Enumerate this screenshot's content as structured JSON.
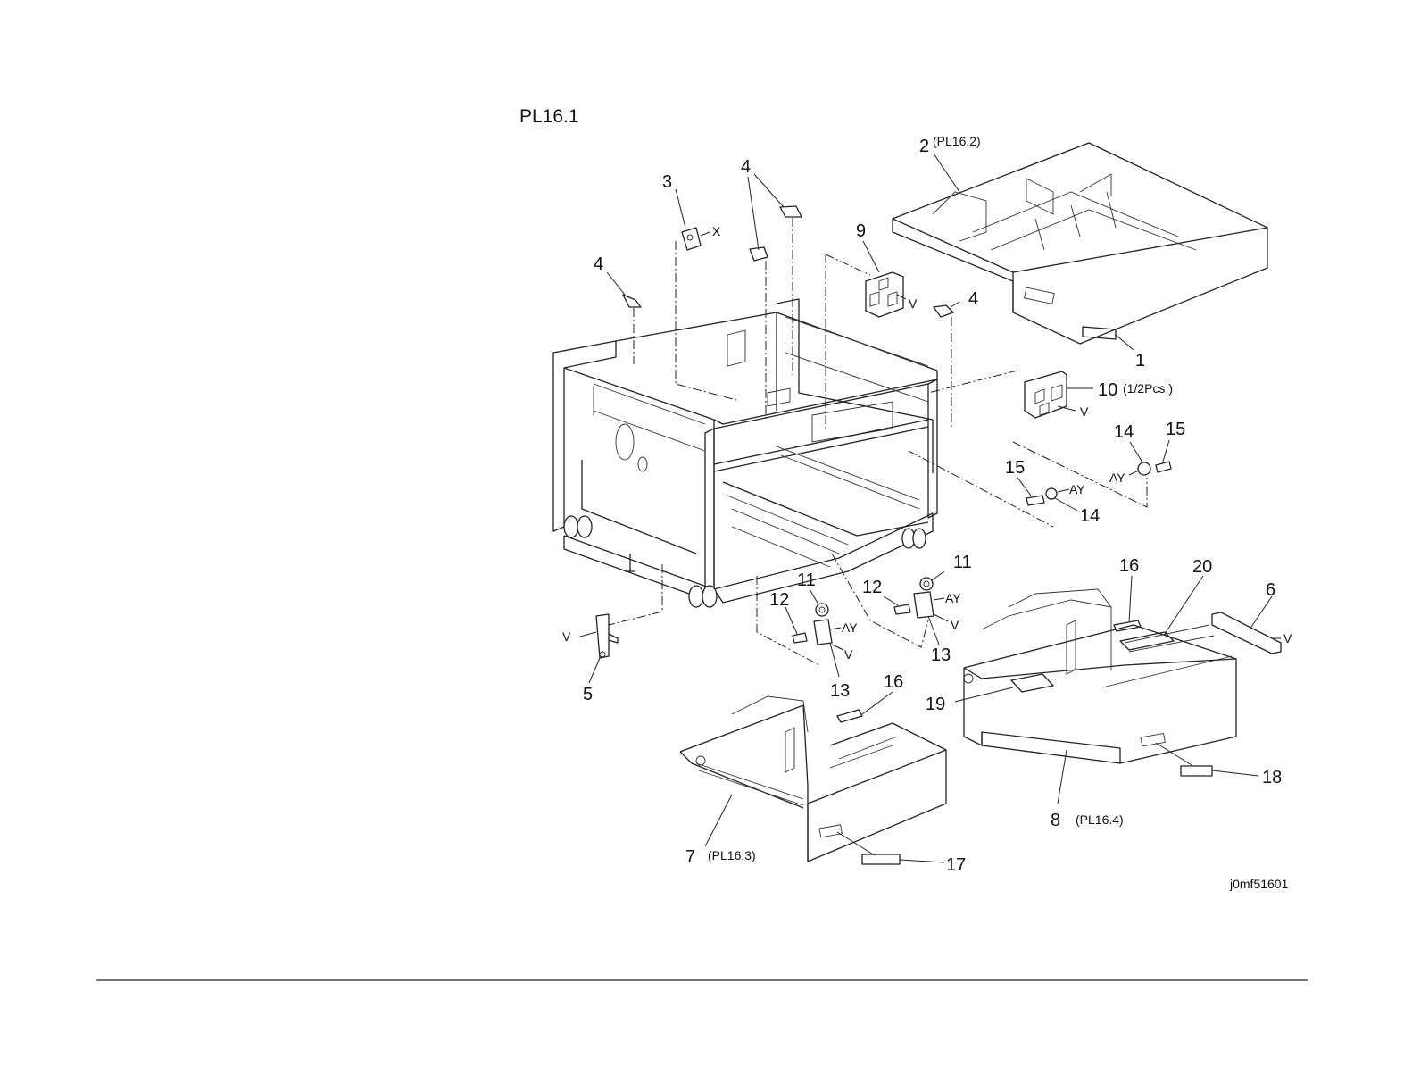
{
  "page": {
    "title": "PL16.1",
    "figure_id": "j0mf51601"
  },
  "labels": {
    "p1": "1",
    "p2": "2",
    "p2_ref": "(PL16.2)",
    "p3": "3",
    "p3_x": "X",
    "p4a": "4",
    "p4b": "4",
    "p4c": "4",
    "p5": "5",
    "p5_v": "V",
    "p6": "6",
    "p6_v": "V",
    "p7": "7",
    "p7_ref": "(PL16.3)",
    "p8": "8",
    "p8_ref": "(PL16.4)",
    "p9": "9",
    "p9_v": "V",
    "p10": "10",
    "p10_qty": "(1/2Pcs.)",
    "p10_v": "V",
    "p11a": "11",
    "p11b": "11",
    "p12a": "12",
    "p12b": "12",
    "p13a": "13",
    "p13b": "13",
    "p13a_ay": "AY",
    "p13a_v": "V",
    "p13b_ay": "AY",
    "p13b_v": "V",
    "p14a": "14",
    "p14b": "14",
    "p14a_ay": "AY",
    "p14b_ay": "AY",
    "p15a": "15",
    "p15b": "15",
    "p16a": "16",
    "p16b": "16",
    "p17": "17",
    "p18": "18",
    "p19": "19",
    "p20": "20"
  }
}
